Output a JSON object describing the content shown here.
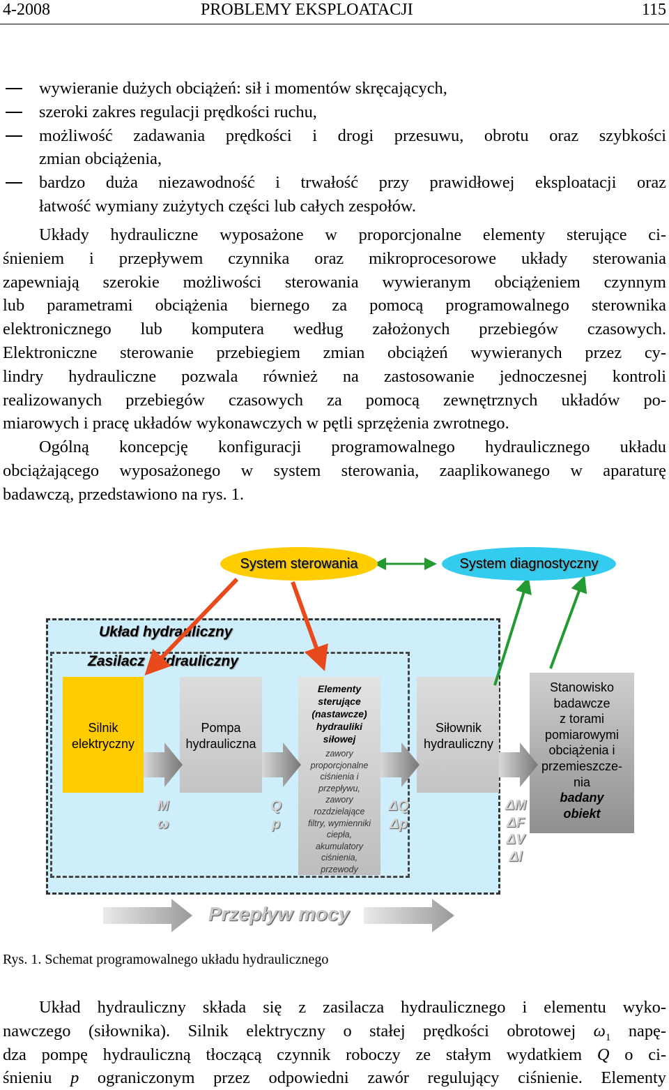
{
  "header": {
    "left": "4-2008",
    "center": "PROBLEMY  EKSPLOATACJI",
    "right": "115"
  },
  "bullets": [
    {
      "lines": [
        "wywieranie dużych obciążeń: sił i momentów skręcających,"
      ]
    },
    {
      "lines": [
        "szeroki zakres regulacji prędkości ruchu,"
      ]
    },
    {
      "lines": [
        "możliwość zadawania prędkości i drogi przesuwu, obrotu oraz szybkości",
        "zmian obciążenia,"
      ]
    },
    {
      "lines": [
        "bardzo duża niezawodność i trwałość przy prawidłowej eksploatacji oraz",
        "łatwość wymiany zużytych części lub całych zespołów."
      ]
    }
  ],
  "para1": [
    "Układy hydrauliczne wyposażone w proporcjonalne elementy sterujące ci-",
    "śnieniem i przepływem czynnika oraz mikroprocesorowe układy sterowania",
    "zapewniają szerokie możliwości sterowania wywieranym obciążeniem czynnym",
    "lub parametrami obciążenia biernego za pomocą programowalnego sterownika",
    "elektronicznego lub komputera według założonych przebiegów czasowych.",
    "Elektroniczne sterowanie przebiegiem zmian obciążeń wywieranych przez cy-",
    "lindry hydrauliczne pozwala również na zastosowanie jednoczesnej kontroli",
    "realizowanych przebiegów czasowych za pomocą zewnętrznych układów po-",
    "miarowych i pracę układów wykonawczych w pętli sprzężenia zwrotnego."
  ],
  "para2": [
    "Ogólną koncepcję konfiguracji programowalnego hydraulicznego układu",
    "obciążającego wyposażonego w system sterowania, zaaplikowanego w aparaturę",
    "badawczą, przedstawiono na rys. 1."
  ],
  "diagram": {
    "system_sterowania": "System sterowania",
    "system_diagnostyczny": "System diagnostyczny",
    "uklad_hydrauliczny": "Układ hydrauliczny",
    "zasilacz_hydrauliczny": "Zasilacz hydrauliczny",
    "silnik": [
      "Silnik",
      "elektryczny"
    ],
    "pompa": [
      "Pompa",
      "hydrauliczna"
    ],
    "elementy_bold": [
      "Elementy",
      "sterujące",
      "(nastawcze)",
      "hydrauliki",
      "siłowej"
    ],
    "elementy_small": [
      "zawory",
      "proporcjonalne",
      "ciśnienia i",
      "przepływu,",
      "zawory",
      "rozdzielające",
      "filtry, wymienniki",
      "ciepła,",
      "akumulatory",
      "ciśnienia,",
      "przewody"
    ],
    "silownik": [
      "Siłownik",
      "hydrauliczny"
    ],
    "stanowisko": [
      "Stanowisko",
      "badawcze",
      "z torami",
      "pomiarowymi",
      "obciążenia i",
      "przemieszcze-",
      "nia"
    ],
    "stanowisko_bold": [
      "badany",
      "obiekt"
    ],
    "m_omega": [
      "M",
      "ω"
    ],
    "q_p": [
      "Q",
      "p"
    ],
    "dq_dp": [
      "ΔQ",
      "Δp"
    ],
    "dm_df_dv_dl": [
      "ΔM",
      "ΔF",
      "ΔV",
      "Δl"
    ],
    "przeplyw_mocy": "Przepływ mocy",
    "colors": {
      "yellow": "#ffcc00",
      "cyan": "#33ccee",
      "light_blue": "#cdeefa",
      "arrow_red": "#e84a1c",
      "arrow_green": "#229933"
    }
  },
  "caption": "Rys. 1. Schemat programowalnego układu hydraulicznego",
  "para3": [
    [
      {
        "t": "Układ hydrauliczny składa się z zasilacza hydraulicznego i elementu wyko-"
      }
    ],
    [
      {
        "t": "nawczego (siłownika). Silnik elektryczny o stałej prędkości obrotowej "
      },
      {
        "t": "ω",
        "i": 1
      },
      {
        "t": "1",
        "sub": 1
      },
      {
        "t": " napę-"
      }
    ],
    [
      {
        "t": "dza pompę hydrauliczną tłoczącą czynnik roboczy ze stałym wydatkiem "
      },
      {
        "t": "Q",
        "i": 1
      },
      {
        "t": " o ci-"
      }
    ],
    [
      {
        "t": "śnieniu "
      },
      {
        "t": "p",
        "i": 1
      },
      {
        "t": " ograniczonym przez odpowiedni zawór regulujący ciśnienie. Elementy"
      }
    ]
  ]
}
